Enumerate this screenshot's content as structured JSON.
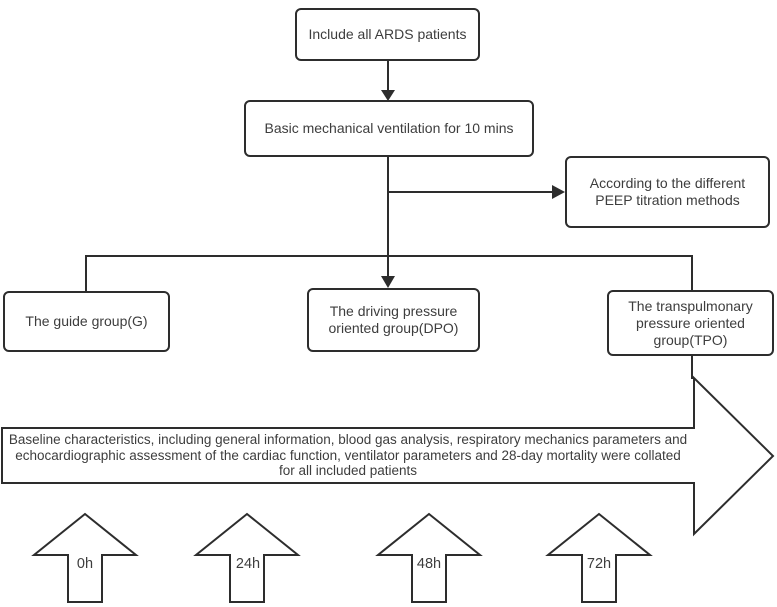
{
  "diagram": {
    "background_color": "#ffffff",
    "line_color": "#2d2d2d",
    "text_color": "#3d3d3d",
    "nodes": {
      "include_all": "Include all ARDS patients",
      "basic_ventilation": "Basic mechanical ventilation for 10 mins",
      "peep_titration": "According to the different PEEP titration methods",
      "guide_group": "The guide group(G)",
      "dpo_group": "The driving pressure oriented group(DPO)",
      "tpo_group": "The transpulmonary pressure oriented group(TPO)"
    },
    "collation_arrow_text": "Baseline characteristics, including general information, blood gas analysis, respiratory mechanics parameters and echocardiographic assessment of the cardiac function, ventilator parameters and 28-day mortality were collated for all included patients",
    "timepoints": [
      "0h",
      "24h",
      "48h",
      "72h"
    ]
  }
}
